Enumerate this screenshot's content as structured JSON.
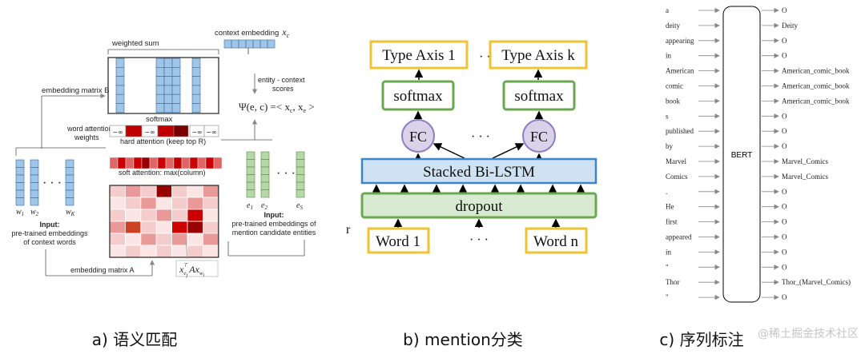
{
  "panel_a": {
    "context_embedding": "context embedding",
    "context_var": "x",
    "context_sub": "c",
    "weighted_sum": "weighted sum",
    "embedding_matrix_b": "embedding matrix B",
    "softmax": "softmax",
    "word_attention_1": "word attention",
    "word_attention_2": "weights",
    "neg_inf": "−∞",
    "hard_attention": "hard attention (keep top R)",
    "soft_attention": "soft attention: max(column)",
    "entity_scores_1": "entity - context",
    "entity_scores_2": "scores",
    "psi_formula": "Ψ(e, c) =< x",
    "psi_formula_tail": ", x",
    "psi_formula_end": " >",
    "word_labels": [
      "w",
      "w",
      "w"
    ],
    "word_subs": [
      "1",
      "2",
      "K"
    ],
    "entity_labels": [
      "e",
      "e",
      "e"
    ],
    "entity_subs": [
      "1",
      "2",
      "S"
    ],
    "ellipsis": "· · ·",
    "input_left_title": "Input:",
    "input_left_1": "pre-trained embeddings",
    "input_left_2": "of context words",
    "input_right_title": "Input:",
    "input_right_1": "pre-trained embeddings of",
    "input_right_2": "mention candidate entities",
    "embedding_matrix_a": "embedding matrix A",
    "bilinear": "x",
    "bilinear_tail": "Ax"
  },
  "panel_b": {
    "type_axis_1": "Type Axis 1",
    "type_axis_k": "Type Axis k",
    "softmax": "softmax",
    "fc": "FC",
    "stacked": "Stacked Bi-LSTM",
    "dropout": "dropout",
    "word_1": "Word 1",
    "word_n": "Word n",
    "ellipsis": "· · ·",
    "r_label": "r"
  },
  "panel_c": {
    "bert": "BERT",
    "tokens": [
      "a",
      "deity",
      "appearing",
      "in",
      "American",
      "comic",
      "book",
      "s",
      "published",
      "by",
      "Marvel",
      "Comics",
      ".",
      "He",
      "first",
      "appeared",
      "in",
      "\"",
      "Thor",
      "\""
    ],
    "tags": [
      "O",
      "Deity",
      "O",
      "O",
      "American_comic_book",
      "American_comic_book",
      "American_comic_book",
      "O",
      "O",
      "O",
      "Marvel_Comics",
      "Marvel_Comics",
      "O",
      "O",
      "O",
      "O",
      "O",
      "O",
      "Thor_(Marvel_Comics)",
      "O"
    ]
  },
  "captions": {
    "a": "a) 语义匹配",
    "b": "b) mention分类",
    "c": "c)  序列标注"
  },
  "watermark": "@稀土掘金技术社区",
  "colors": {
    "blue_cell": "#9fc5e8",
    "green_cell": "#b6d7a8",
    "yellow_box": "#f1c232",
    "green_box": "#6aa84f",
    "purple_fc": "#b4a7d6",
    "bilstm_fill": "#cfe2f3"
  }
}
